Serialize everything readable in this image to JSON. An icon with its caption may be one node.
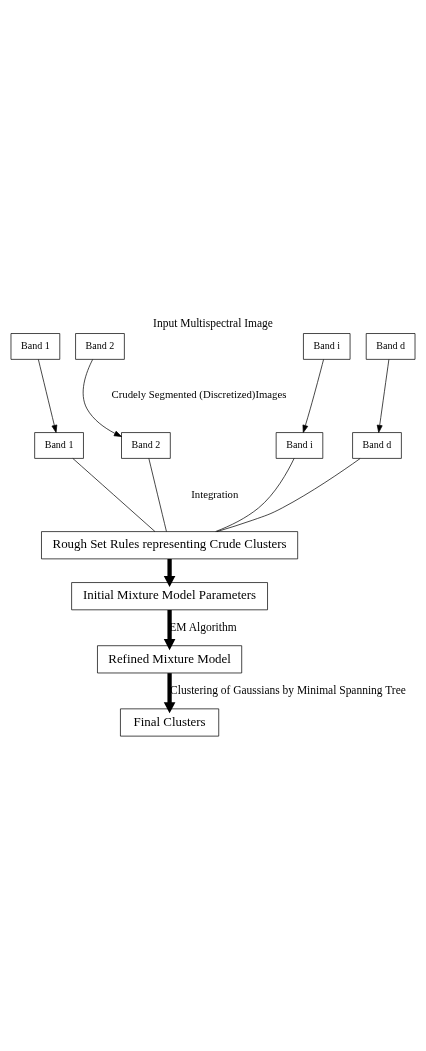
{
  "diagram": {
    "title": "Input Multispectral Image",
    "nodes": [
      {
        "text": [
          "Band 1"
        ]
      },
      {
        "text": [
          "Band 2"
        ]
      },
      {
        "text": [
          "Band i"
        ]
      },
      {
        "text": [
          "Band d"
        ]
      },
      {
        "text": [
          "Band 1"
        ]
      },
      {
        "text": [
          "Band 2"
        ]
      },
      {
        "text": [
          "Band i"
        ]
      },
      {
        "text": [
          "Band d"
        ]
      },
      {
        "text": [
          "Rough Set Rules representing Crude Clusters"
        ]
      },
      {
        "text": [
          "Initial Mixture Model Parameters"
        ]
      },
      {
        "text": [
          "Refined Mixture Model"
        ]
      },
      {
        "text": [
          "Final Clusters"
        ]
      }
    ],
    "edges": [
      {
        "from": 0,
        "to": 4,
        "arrow": "to"
      },
      {
        "from": 1,
        "to": 5,
        "arrow": "to"
      },
      {
        "from": 2,
        "to": 6,
        "arrow": "to"
      },
      {
        "from": 3,
        "to": 7,
        "arrow": "to"
      },
      {
        "from": 4,
        "to": 8,
        "arrow": "none"
      },
      {
        "from": 5,
        "to": 8,
        "arrow": "none"
      },
      {
        "from": 6,
        "to": 8,
        "arrow": "none"
      },
      {
        "from": 7,
        "to": 8,
        "arrow": "none"
      },
      {
        "from": 8,
        "to": 9,
        "arrow": "to",
        "style": "thick"
      },
      {
        "from": 9,
        "to": 10,
        "arrow": "to",
        "label": "EM Algorithm",
        "style": "thick"
      },
      {
        "from": 10,
        "to": 11,
        "arrow": "to",
        "label": "Clustering of Gaussians by Minimal Spanning Tree",
        "style": "thick"
      }
    ],
    "labels": [
      "Crudely Segmented (Discretized)Images",
      "Integration"
    ]
  }
}
